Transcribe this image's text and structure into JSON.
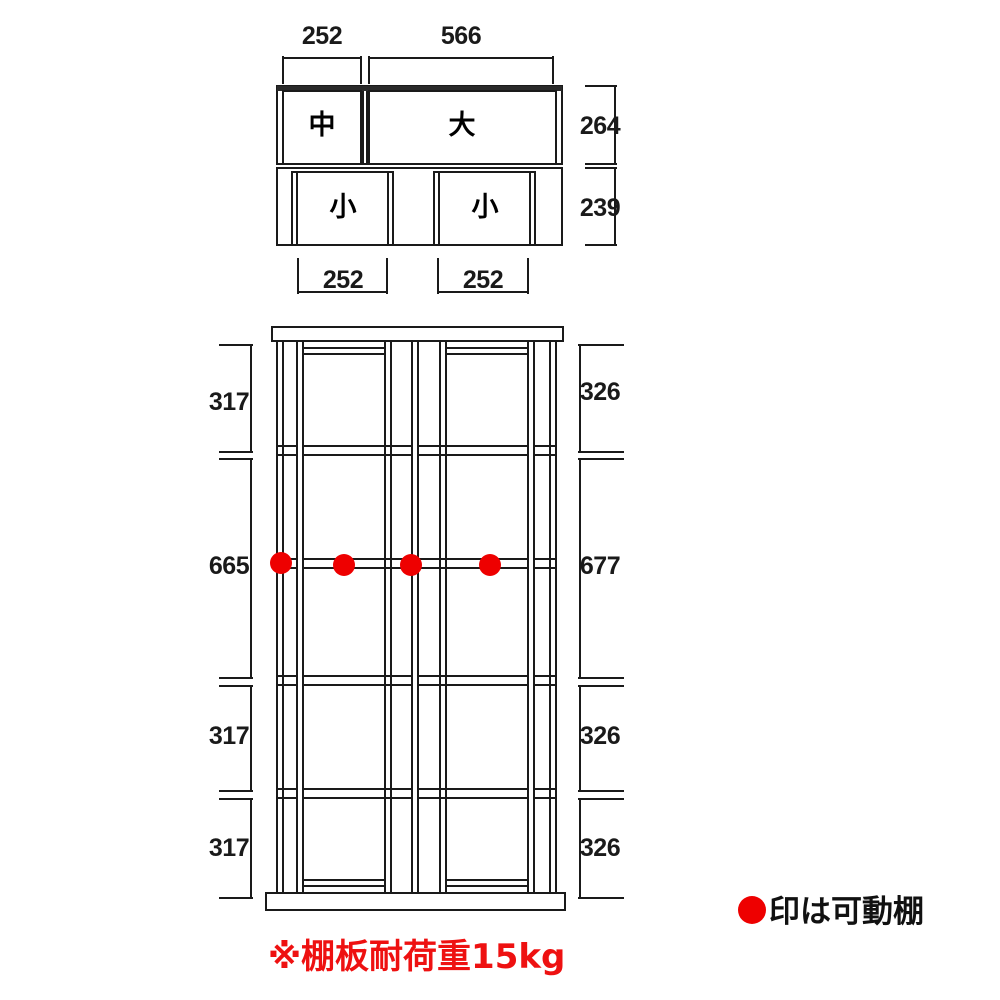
{
  "diagram": {
    "title_semantics": "furniture-shelf-dimension-drawing",
    "units": "mm"
  },
  "top_view": {
    "top_dimensions": [
      {
        "value": "252"
      },
      {
        "value": "566"
      }
    ],
    "bottom_dimensions": [
      {
        "value": "252"
      },
      {
        "value": "252"
      }
    ],
    "right_dimensions": [
      {
        "value": "264"
      },
      {
        "value": "239"
      }
    ],
    "compartments": [
      {
        "label": "中"
      },
      {
        "label": "大"
      },
      {
        "label": "小"
      },
      {
        "label": "小"
      }
    ]
  },
  "front_view": {
    "left_dimensions": [
      {
        "value": "317"
      },
      {
        "value": "665"
      },
      {
        "value": "317"
      },
      {
        "value": "317"
      }
    ],
    "right_dimensions": [
      {
        "value": "326"
      },
      {
        "value": "677"
      },
      {
        "value": "326"
      },
      {
        "value": "326"
      }
    ],
    "adjustable_shelf_marker_count": 4
  },
  "notes": {
    "load_caption": "※棚板耐荷重15kg",
    "legend_text": "印は可動棚"
  },
  "colors": {
    "marker_red": "#ee0000",
    "caption_red": "#ee1111",
    "line_black": "#1a1a1a"
  }
}
